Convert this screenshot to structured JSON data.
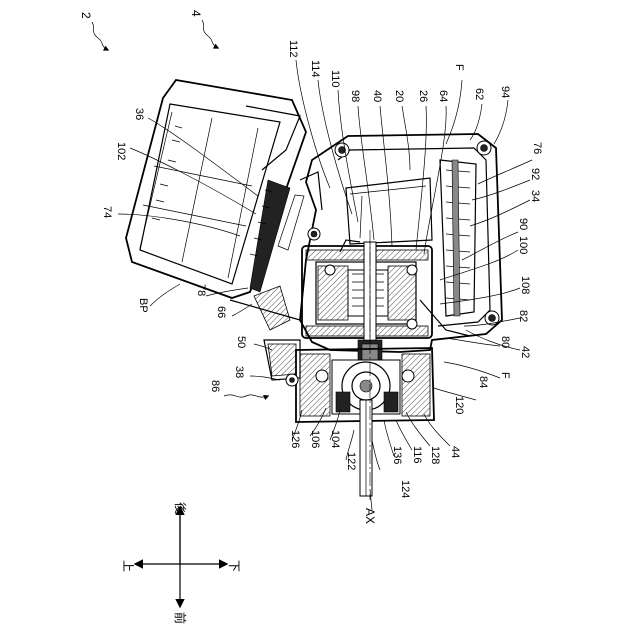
{
  "figure": {
    "ref_numerals": {
      "n2": "2",
      "n4": "4",
      "n112": "112",
      "n114": "114",
      "n110": "110",
      "n98": "98",
      "n40": "40",
      "n20": "20",
      "n26": "26",
      "n64": "64",
      "F_top": "F",
      "n62": "62",
      "n94": "94",
      "n76": "76",
      "n92": "92",
      "n34": "34",
      "n90": "90",
      "n100": "100",
      "n108": "108",
      "n82": "82",
      "n42": "42",
      "n80": "80",
      "F_bottom": "F",
      "n84": "84",
      "n120": "120",
      "n44": "44",
      "n128": "128",
      "n116": "116",
      "n124": "124",
      "n136": "136",
      "n122": "122",
      "n104": "104",
      "n106": "106",
      "n126": "126",
      "n86": "86",
      "n38": "38",
      "n50": "50",
      "n66": "66",
      "n78": "78",
      "BP": "BP",
      "n74": "74",
      "n102": "102",
      "n36": "36",
      "AX": "AX"
    },
    "compass": {
      "rear": "後",
      "up": "上",
      "down": "下",
      "front": "前"
    }
  }
}
